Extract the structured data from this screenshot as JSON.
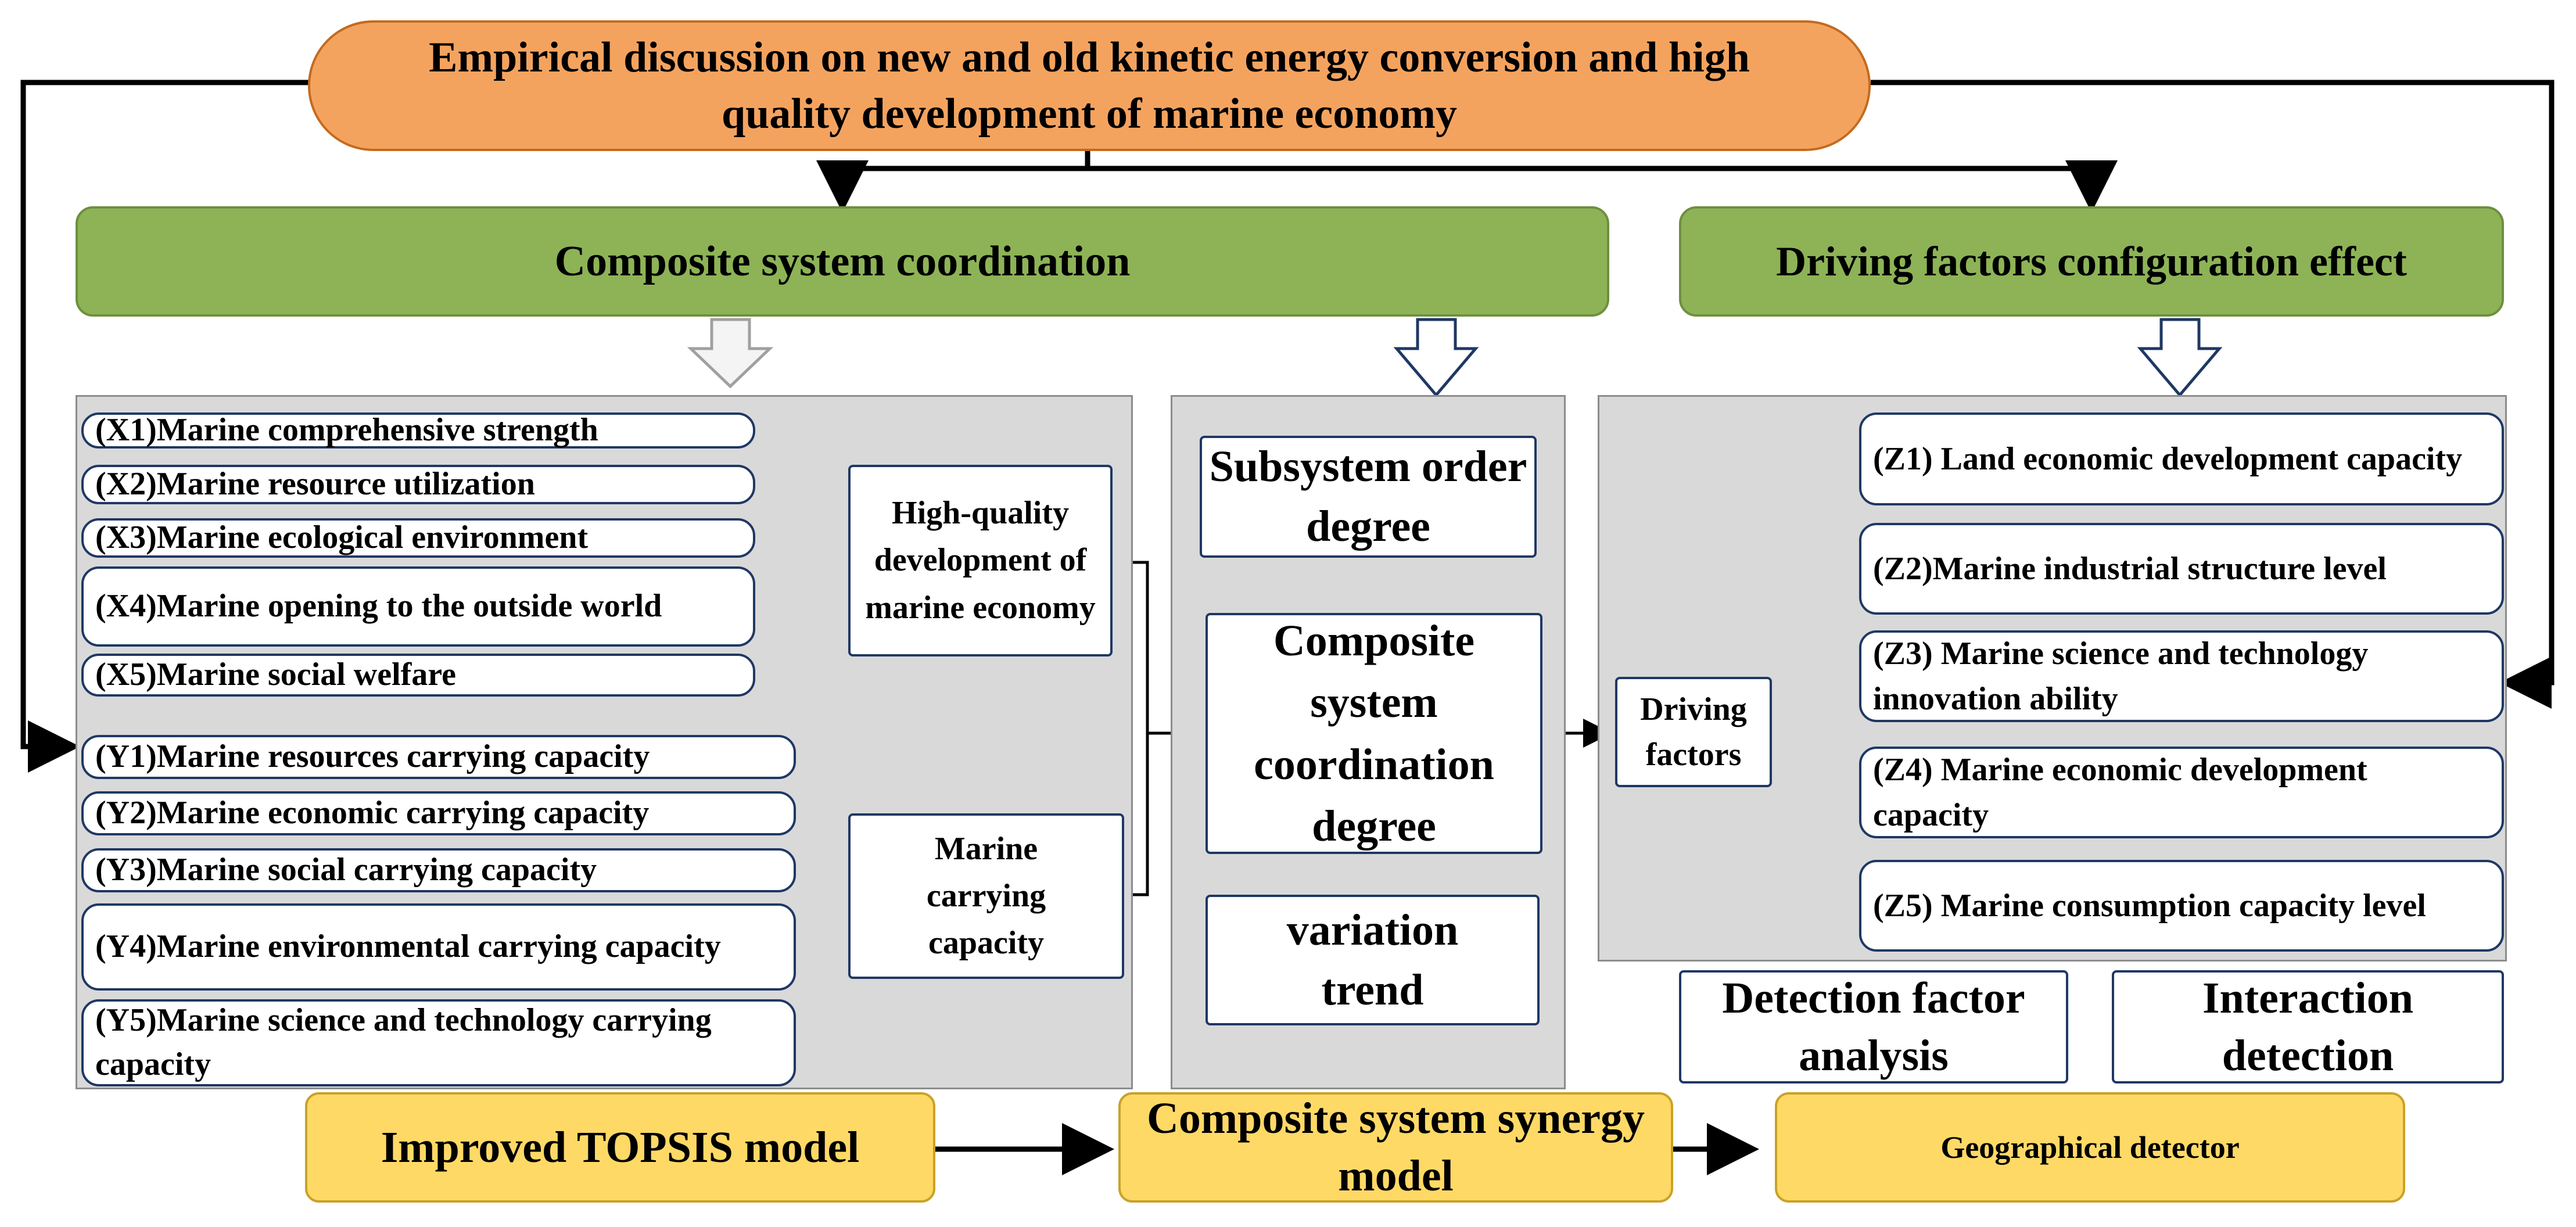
{
  "title": "Empirical discussion on new and old kinetic energy conversion and high quality development of marine economy",
  "headers": {
    "left": "Composite system coordination",
    "right": "Driving factors configuration effect"
  },
  "x_items": [
    "(X1)Marine comprehensive strength",
    "(X2)Marine resource utilization",
    "(X3)Marine ecological environment",
    "(X4)Marine opening to the outside world",
    "(X5)Marine social welfare"
  ],
  "y_items": [
    "(Y1)Marine resources carrying capacity",
    "(Y2)Marine economic carrying capacity",
    "(Y3)Marine social carrying capacity",
    "(Y4)Marine environmental carrying capacity",
    "(Y5)Marine science and technology carrying capacity"
  ],
  "hq_box": "High-quality development of marine economy",
  "carrying_box": "Marine carrying capacity",
  "middle": {
    "order": "Subsystem order degree",
    "coordination": "Composite system coordination degree",
    "trend": "variation trend"
  },
  "driving_factors": "Driving factors",
  "z_items": [
    "(Z1) Land economic development capacity",
    "(Z2)Marine industrial structure level",
    "(Z3) Marine science and technology innovation ability",
    "(Z4) Marine economic development capacity",
    "(Z5) Marine consumption capacity level"
  ],
  "detection": {
    "factor": "Detection factor analysis",
    "interaction": "Interaction detection"
  },
  "models": {
    "topsis": "Improved TOPSIS model",
    "synergy": "Composite system synergy model",
    "geo": "Geographical detector"
  },
  "colors": {
    "title_fill": "#f4a35f",
    "header_fill": "#8db356",
    "model_fill": "#ffd966",
    "panel_fill": "#d9d9d9",
    "box_border": "#1f3864"
  }
}
